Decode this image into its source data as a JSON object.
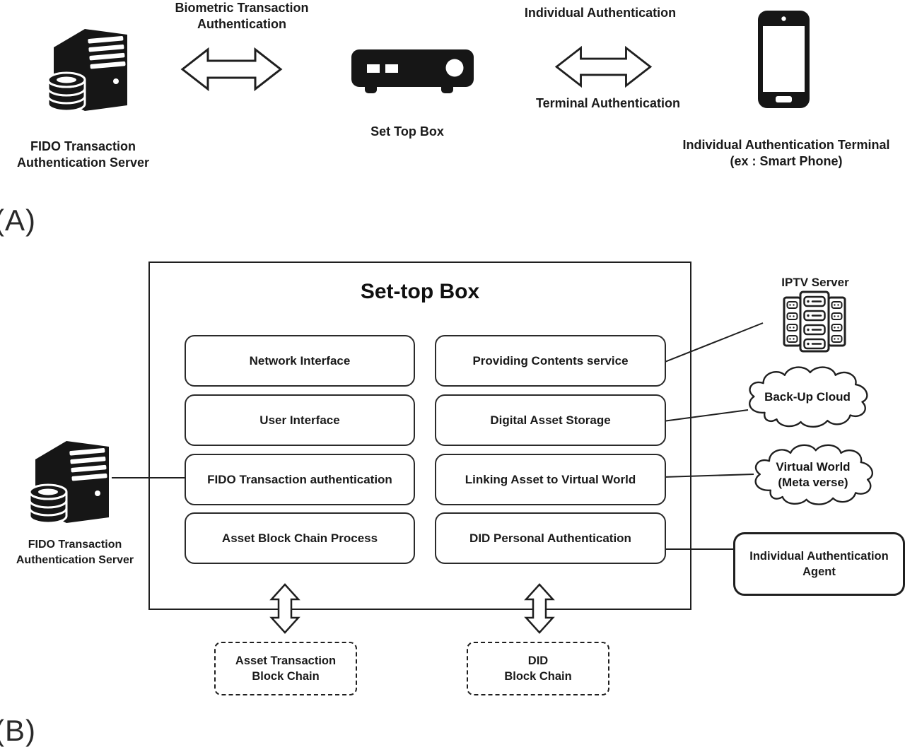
{
  "colors": {
    "ink": "#1a1a1a",
    "background": "#ffffff"
  },
  "panel_a": {
    "label": "(A)",
    "fido_server": {
      "icon": "server-tower-icon",
      "label_line1": "FIDO Transaction",
      "label_line2": "Authentication Server"
    },
    "biometric_arrow": {
      "icon": "double-horizontal-arrow-icon",
      "label_line1": "Biometric Transaction",
      "label_line2": "Authentication"
    },
    "set_top_box": {
      "icon": "set-top-box-icon",
      "label": "Set Top Box"
    },
    "individual_arrow": {
      "icon": "double-horizontal-arrow-icon",
      "label_top": "Individual Authentication",
      "label_bottom": "Terminal Authentication"
    },
    "terminal": {
      "icon": "smartphone-icon",
      "label_line1": "Individual Authentication Terminal",
      "label_line2": "(ex : Smart Phone)"
    }
  },
  "panel_b": {
    "label": "(B)",
    "container_title": "Set-top Box",
    "modules_left": [
      "Network Interface",
      "User Interface",
      "FIDO Transaction authentication",
      "Asset Block Chain Process"
    ],
    "modules_right": [
      "Providing Contents service",
      "Digital Asset Storage",
      "Linking Asset to Virtual World",
      "DID Personal Authentication"
    ],
    "fido_server": {
      "icon": "server-tower-icon",
      "label_line1": "FIDO Transaction",
      "label_line2": "Authentication Server"
    },
    "iptv_server": {
      "icon": "server-rack-icon",
      "label": "IPTV Server"
    },
    "backup_cloud": {
      "icon": "cloud-icon",
      "label": "Back-Up Cloud"
    },
    "virtual_world": {
      "icon": "cloud-icon",
      "label_line1": "Virtual World",
      "label_line2": "(Meta verse)"
    },
    "auth_agent": {
      "label_line1": "Individual Authentication",
      "label_line2": "Agent"
    },
    "asset_blockchain": {
      "label_line1": "Asset Transaction",
      "label_line2": "Block Chain"
    },
    "did_blockchain": {
      "label_line1": "DID",
      "label_line2": "Block Chain"
    }
  }
}
